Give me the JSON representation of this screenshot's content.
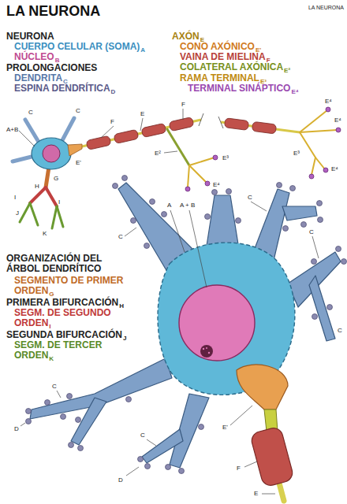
{
  "diagram": {
    "title": "LA NEURONA",
    "labels": [
      "LA NEURONA",
      "NEURONA",
      "CUERPO CELULAR (SOMA)",
      "A",
      "NÚCLEO",
      "B",
      "PROLONGACIONES",
      "DENDRITA",
      "C",
      "ESPINA DENDRÍTICA",
      "D",
      "AXÓN",
      "E",
      "CONO AXÓNICO",
      "E'",
      "VAINA DE MIELINA",
      "F",
      "COLATERAL AXÓNICA",
      "E²",
      "RAMA TERMINAL",
      "E³",
      "TERMINAL SINÁPTICO",
      "E⁴",
      "ORGANIZACIÓN DEL ÁRBOL DENDRÍTICO",
      "SEGMENTO DE PRIMER ORDEN",
      "G",
      "PRIMERA BIFURCACIÓN",
      "H",
      "SEGM. DE SEGUNDO ORDEN",
      "I",
      "SEGUNDA BIFURCACIÓN",
      "J",
      "SEGM. DE TERCER ORDEN",
      "K",
      "A+B",
      "C",
      "C",
      "E'",
      "F",
      "E",
      "F",
      "E²",
      "E³",
      "E⁴",
      "E⁴",
      "E⁴",
      "E³",
      "E⁴",
      "G",
      "H",
      "I",
      "I",
      "J",
      "K",
      "A",
      "A + B",
      "C",
      "C",
      "C",
      "C",
      "C",
      "C",
      "D",
      "D",
      "E'",
      "F",
      "E"
    ]
  }
}
